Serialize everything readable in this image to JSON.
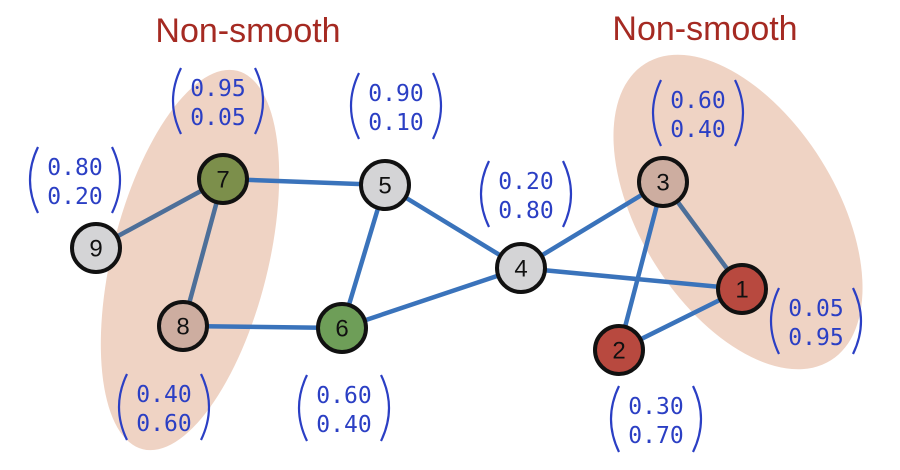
{
  "regions": [
    {
      "id": "left",
      "title": "Non-smooth"
    },
    {
      "id": "right",
      "title": "Non-smooth"
    }
  ],
  "colors": {
    "region_fill": "#efd3c4",
    "edge": "#3a73bb",
    "edge_muted": "#4d6f99",
    "node_stroke": "#111111",
    "title": "#a52a22",
    "vector": "#2b3fc4",
    "gray": "#d4d4d6",
    "green": "#6e9e58",
    "olive": "#7c8f4b",
    "tan": "#cdada0",
    "red": "#b8493f"
  },
  "nodes": [
    {
      "id": "1",
      "label": "1",
      "fill": "red",
      "vector": [
        "0.05",
        "0.95"
      ]
    },
    {
      "id": "2",
      "label": "2",
      "fill": "red",
      "vector": [
        "0.30",
        "0.70"
      ]
    },
    {
      "id": "3",
      "label": "3",
      "fill": "tan",
      "vector": [
        "0.60",
        "0.40"
      ]
    },
    {
      "id": "4",
      "label": "4",
      "fill": "gray",
      "vector": [
        "0.20",
        "0.80"
      ]
    },
    {
      "id": "5",
      "label": "5",
      "fill": "gray",
      "vector": [
        "0.90",
        "0.10"
      ]
    },
    {
      "id": "6",
      "label": "6",
      "fill": "green",
      "vector": [
        "0.60",
        "0.40"
      ]
    },
    {
      "id": "7",
      "label": "7",
      "fill": "olive",
      "vector": [
        "0.95",
        "0.05"
      ]
    },
    {
      "id": "8",
      "label": "8",
      "fill": "tan",
      "vector": [
        "0.40",
        "0.60"
      ]
    },
    {
      "id": "9",
      "label": "9",
      "fill": "gray",
      "vector": [
        "0.80",
        "0.20"
      ]
    }
  ],
  "edges": [
    {
      "from": "7",
      "to": "5",
      "style": "edge"
    },
    {
      "from": "7",
      "to": "9",
      "style": "edge_muted"
    },
    {
      "from": "7",
      "to": "8",
      "style": "edge_muted"
    },
    {
      "from": "8",
      "to": "6",
      "style": "edge"
    },
    {
      "from": "5",
      "to": "6",
      "style": "edge"
    },
    {
      "from": "5",
      "to": "4",
      "style": "edge"
    },
    {
      "from": "6",
      "to": "4",
      "style": "edge"
    },
    {
      "from": "4",
      "to": "3",
      "style": "edge"
    },
    {
      "from": "4",
      "to": "1",
      "style": "edge"
    },
    {
      "from": "3",
      "to": "1",
      "style": "edge_muted"
    },
    {
      "from": "3",
      "to": "2",
      "style": "edge"
    },
    {
      "from": "2",
      "to": "1",
      "style": "edge"
    }
  ]
}
